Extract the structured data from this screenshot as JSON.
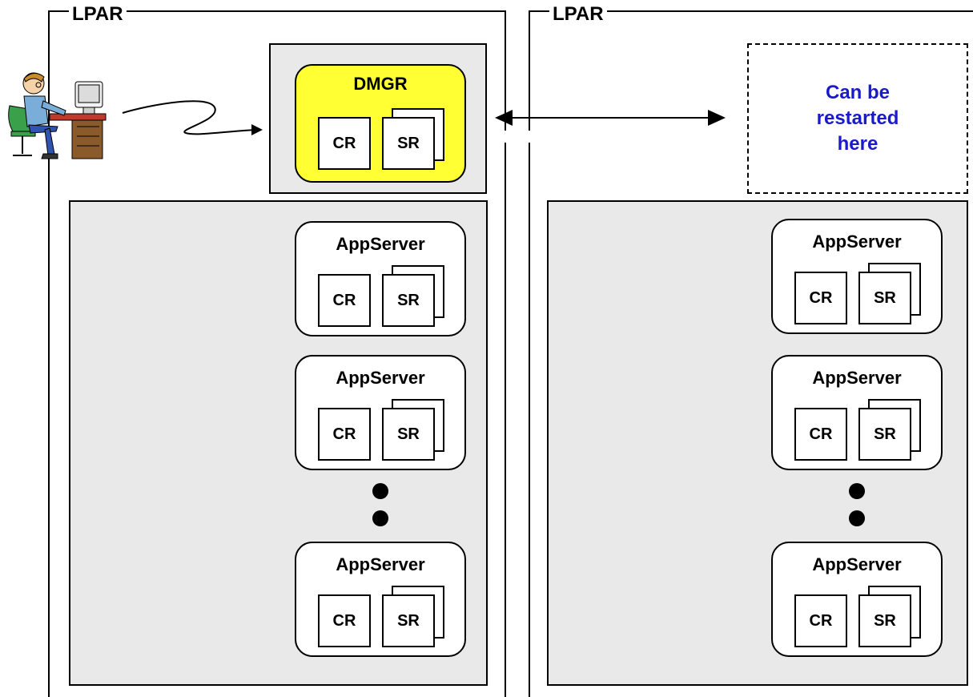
{
  "lpars": [
    {
      "title": "LPAR"
    },
    {
      "title": "LPAR"
    }
  ],
  "dmgr": {
    "title": "DMGR",
    "cr": "CR",
    "sr": "SR"
  },
  "restart_note": "Can be\nrestarted\nhere",
  "left_servers": [
    {
      "title": "AppServer",
      "cr": "CR",
      "sr": "SR"
    },
    {
      "title": "AppServer",
      "cr": "CR",
      "sr": "SR"
    },
    {
      "title": "AppServer",
      "cr": "CR",
      "sr": "SR"
    }
  ],
  "right_servers": [
    {
      "title": "AppServer",
      "cr": "CR",
      "sr": "SR"
    },
    {
      "title": "AppServer",
      "cr": "CR",
      "sr": "SR"
    },
    {
      "title": "AppServer",
      "cr": "CR",
      "sr": "SR"
    }
  ],
  "colors": {
    "dmgr_fill": "#ffff33",
    "region_fill": "#e9e9e9",
    "note_text": "#1a1acc"
  }
}
